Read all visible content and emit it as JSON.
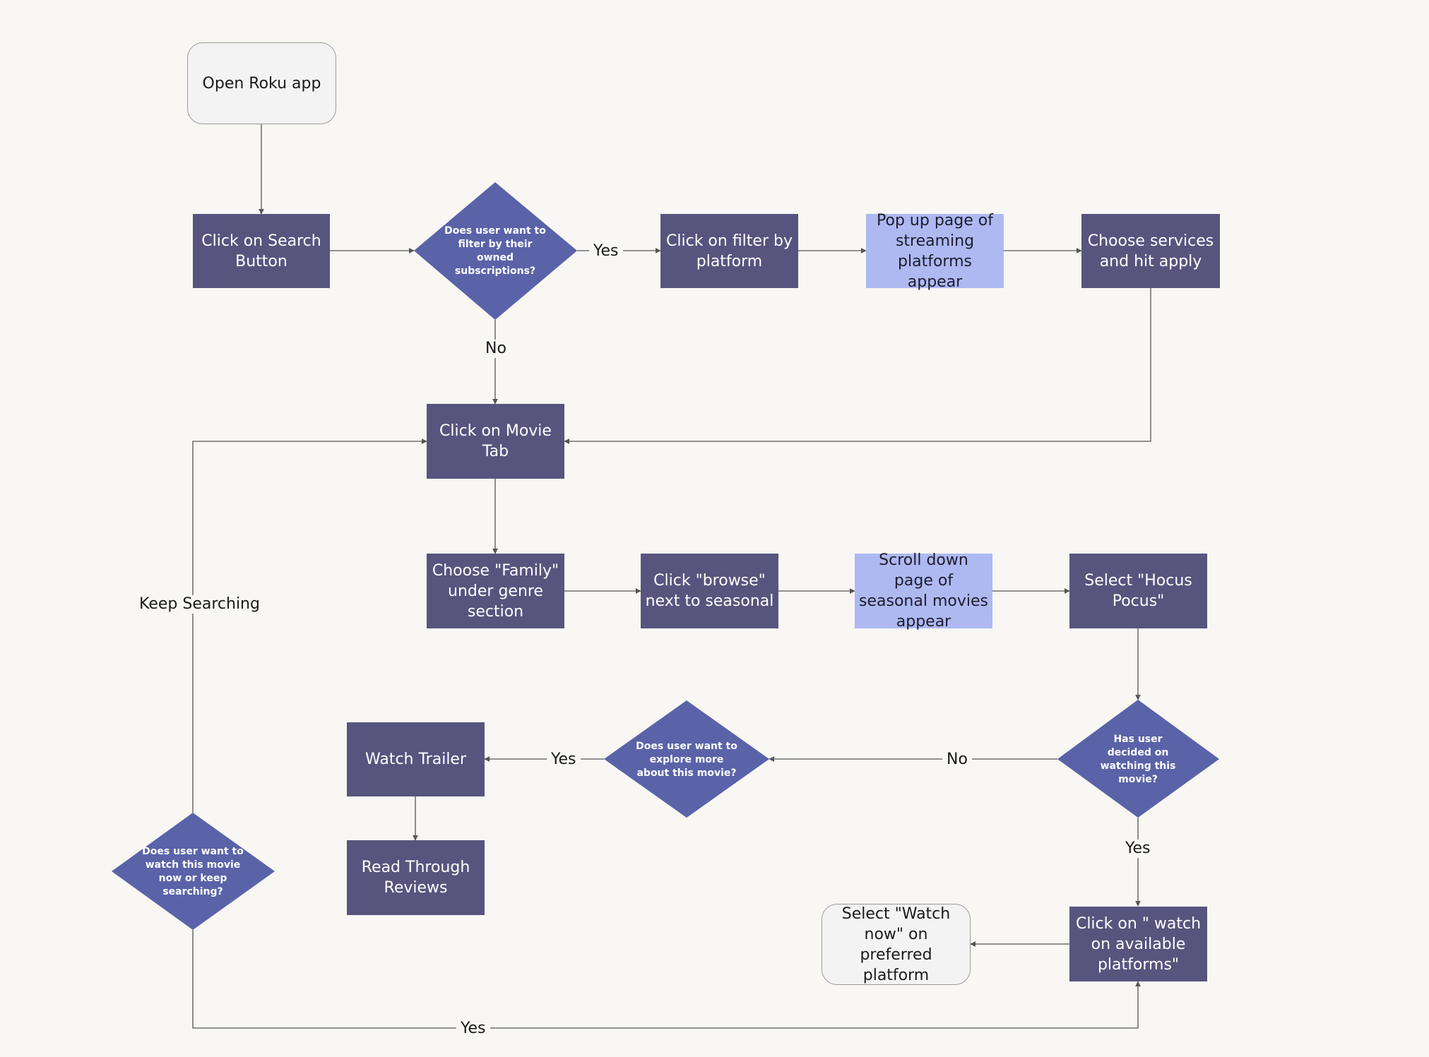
{
  "colors": {
    "background": "#f8f7f4",
    "process": "#57557e",
    "decision": "#5a63a8",
    "highlight": "#aeb9f2",
    "terminal": "#f3f3f3",
    "line": "#555555"
  },
  "nodes": {
    "open_roku": "Open Roku app",
    "search_button": "Click on Search Button",
    "filter_decision": "Does user want to filter by their owned subscriptions?",
    "filter_by_platform": "Click on filter by platform",
    "popup_platforms": "Pop up page of streaming platforms appear",
    "choose_services": "Choose services and hit apply",
    "movie_tab": "Click on Movie Tab",
    "choose_family": "Choose \"Family\" under genre section",
    "browse_seasonal": "Click \"browse\" next to seasonal",
    "scroll_seasonal": "Scroll down page of seasonal movies appear",
    "select_hocus": "Select \"Hocus Pocus\"",
    "decided_decision": "Has user decided on watching this movie?",
    "explore_decision": "Does user want to explore more about this movie?",
    "watch_trailer": "Watch Trailer",
    "read_reviews": "Read Through Reviews",
    "watch_now_decision": "Does user want to watch this movie now or keep searching?",
    "watch_on_platforms": "Click on \" watch on available platforms\"",
    "select_watch_now": "Select \"Watch now\" on preferred platform"
  },
  "edge_labels": {
    "filter_yes": "Yes",
    "filter_no": "No",
    "decided_no": "No",
    "decided_yes": "Yes",
    "explore_yes": "Yes",
    "keep_searching": "Keep Searching",
    "watch_now_yes": "Yes"
  }
}
